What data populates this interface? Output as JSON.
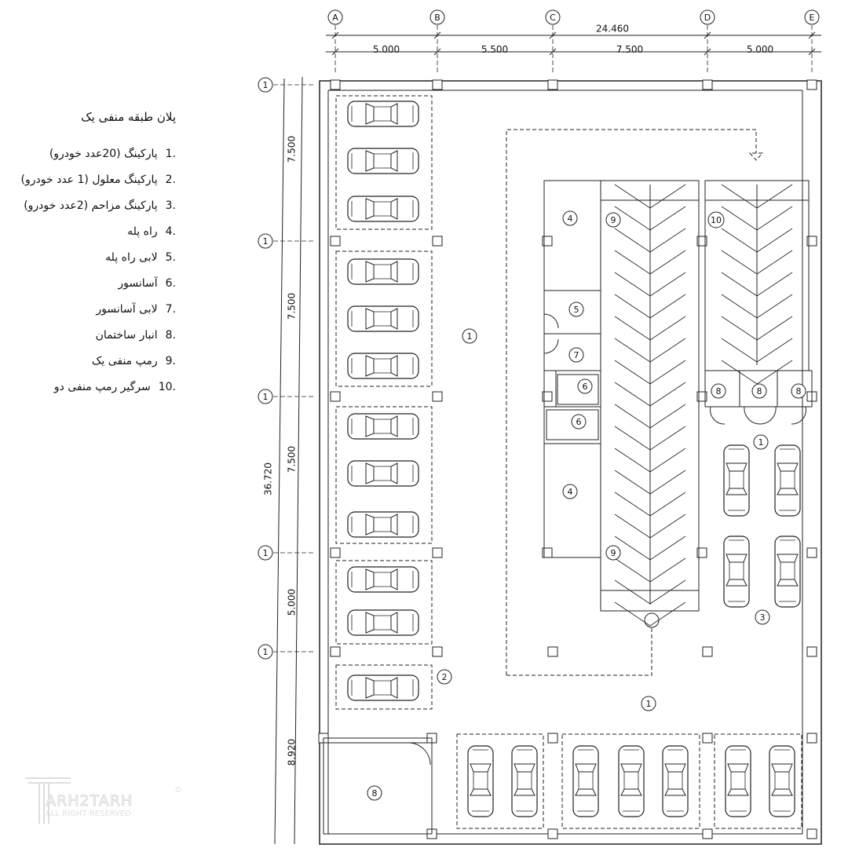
{
  "title": "پلان طبقه منفی یک",
  "legend": [
    {
      "num": "1.",
      "label": "پارکینگ (20عدد خودرو)"
    },
    {
      "num": "2.",
      "label": "پارکینگ معلول (1 عدد خودرو)"
    },
    {
      "num": "3.",
      "label": "پارکینگ مزاحم (2عدد خودرو)"
    },
    {
      "num": "4.",
      "label": "راه پله"
    },
    {
      "num": "5.",
      "label": "لابی راه پله"
    },
    {
      "num": "6.",
      "label": "آسانسور"
    },
    {
      "num": "7.",
      "label": "لابی آسانسور"
    },
    {
      "num": "8.",
      "label": "انبار ساختمان"
    },
    {
      "num": "9.",
      "label": "رمپ منفی یک"
    },
    {
      "num": "10.",
      "label": "سرگیر رمپ منفی دو"
    }
  ],
  "grid_columns": [
    "A",
    "B",
    "C",
    "D",
    "E"
  ],
  "grid_rows": [
    "1",
    "1",
    "1",
    "1",
    "1"
  ],
  "dimensions": {
    "overall_width": "24.460",
    "column_spans": [
      "5.000",
      "5.500",
      "7.500",
      "5.000"
    ],
    "overall_depth": "36.720",
    "row_spans": [
      "7.500",
      "7.500",
      "7.500",
      "5.000",
      "8.920"
    ]
  },
  "room_tags": [
    "4",
    "9",
    "10",
    "5",
    "1",
    "7",
    "6",
    "6",
    "8",
    "8",
    "8",
    "1",
    "4",
    "9",
    "3",
    "2",
    "1",
    "8"
  ],
  "watermark": {
    "brand": "ARH2TARH",
    "tagline": "ALL RIGHT RESERVED",
    "symbol": "©"
  }
}
